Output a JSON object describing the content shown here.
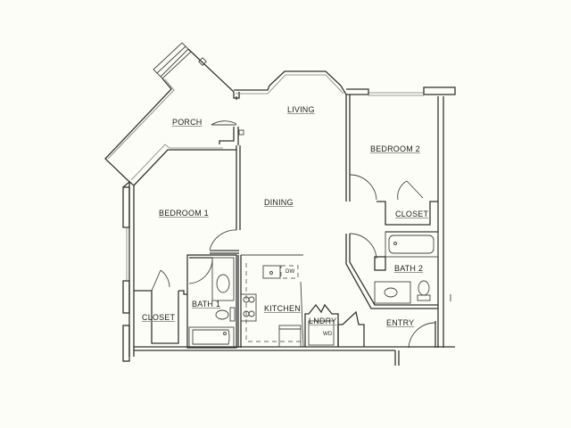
{
  "floorplan": {
    "background": "#fdfdf8",
    "line_color": "#333333",
    "rooms": [
      {
        "id": "porch",
        "label": "PORCH"
      },
      {
        "id": "living",
        "label": "LIVING"
      },
      {
        "id": "bedroom2",
        "label": "BEDROOM 2"
      },
      {
        "id": "dining",
        "label": "DINING"
      },
      {
        "id": "bedroom1",
        "label": "BEDROOM 1"
      },
      {
        "id": "closet2",
        "label": "CLOSET"
      },
      {
        "id": "bath2",
        "label": "BATH 2"
      },
      {
        "id": "bath1",
        "label": "BATH 1"
      },
      {
        "id": "closet1",
        "label": "CLOSET"
      },
      {
        "id": "kitchen",
        "label": "KITCHEN"
      },
      {
        "id": "laundry",
        "label": "LNDRY"
      },
      {
        "id": "entry",
        "label": "ENTRY"
      }
    ],
    "fixtures": {
      "dishwasher": "DW",
      "washer_dryer": "WD"
    }
  }
}
